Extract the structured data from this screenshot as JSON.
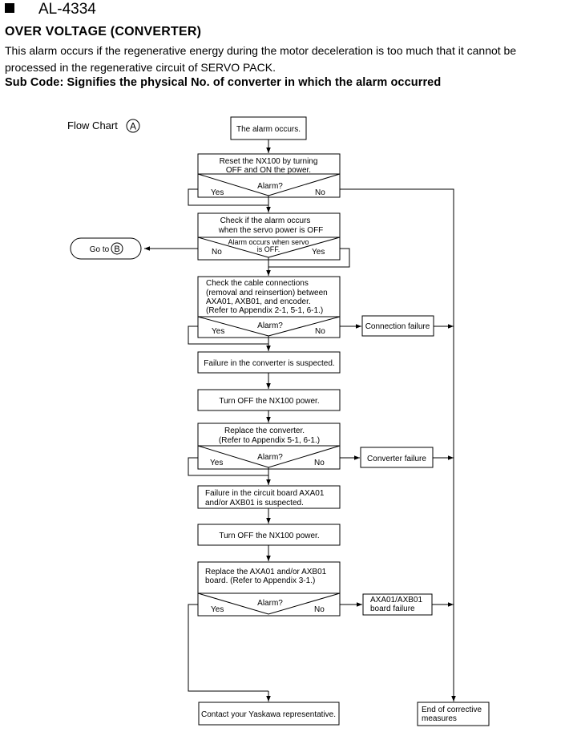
{
  "header": {
    "alarm_code": "AL-4334",
    "title": "OVER VOLTAGE (CONVERTER)",
    "description": "This alarm occurs if the regenerative energy during the motor deceleration is too much that it cannot be processed in the regenerative circuit of SERVO PACK.",
    "sub_code": "Sub Code: Signifies the physical No. of converter in which the alarm occurred"
  },
  "flowchart": {
    "label": "Flow Chart",
    "label_marker": "A",
    "goto_text": "Go to",
    "goto_marker": "B",
    "steps": {
      "start": "The alarm occurs.",
      "reset": [
        "Reset the NX100 by turning",
        "OFF and ON the power."
      ],
      "check_servo": [
        "Check if the alarm occurs",
        "when the servo power is OFF"
      ],
      "check_cable": [
        "Check the cable connections",
        "(removal and reinsertion) between",
        "AXA01, AXB01, and encoder.",
        "(Refer to Appendix 2-1, 5-1, 6-1.)"
      ],
      "converter_suspected": "Failure in the converter is suspected.",
      "turn_off_1": "Turn OFF the NX100 power.",
      "replace_converter": [
        "Replace the converter.",
        "(Refer to Appendix 5-1, 6-1.)"
      ],
      "board_suspected": [
        "Failure in the circuit board AXA01",
        "and/or AXB01 is suspected."
      ],
      "turn_off_2": "Turn OFF the NX100 power.",
      "replace_board": [
        "Replace the AXA01 and/or AXB01",
        "board.  (Refer to Appendix 3-1.)"
      ],
      "contact": "Contact your Yaskawa representative.",
      "end": [
        "End of corrective",
        "measures"
      ]
    },
    "decisions": {
      "alarm": "Alarm?",
      "servo_off": [
        "Alarm occurs when servo",
        "is OFF."
      ],
      "yes": "Yes",
      "no": "No"
    },
    "results": {
      "connection": "Connection failure",
      "converter": "Converter failure",
      "board": [
        "AXA01/AXB01",
        "board failure"
      ]
    }
  }
}
